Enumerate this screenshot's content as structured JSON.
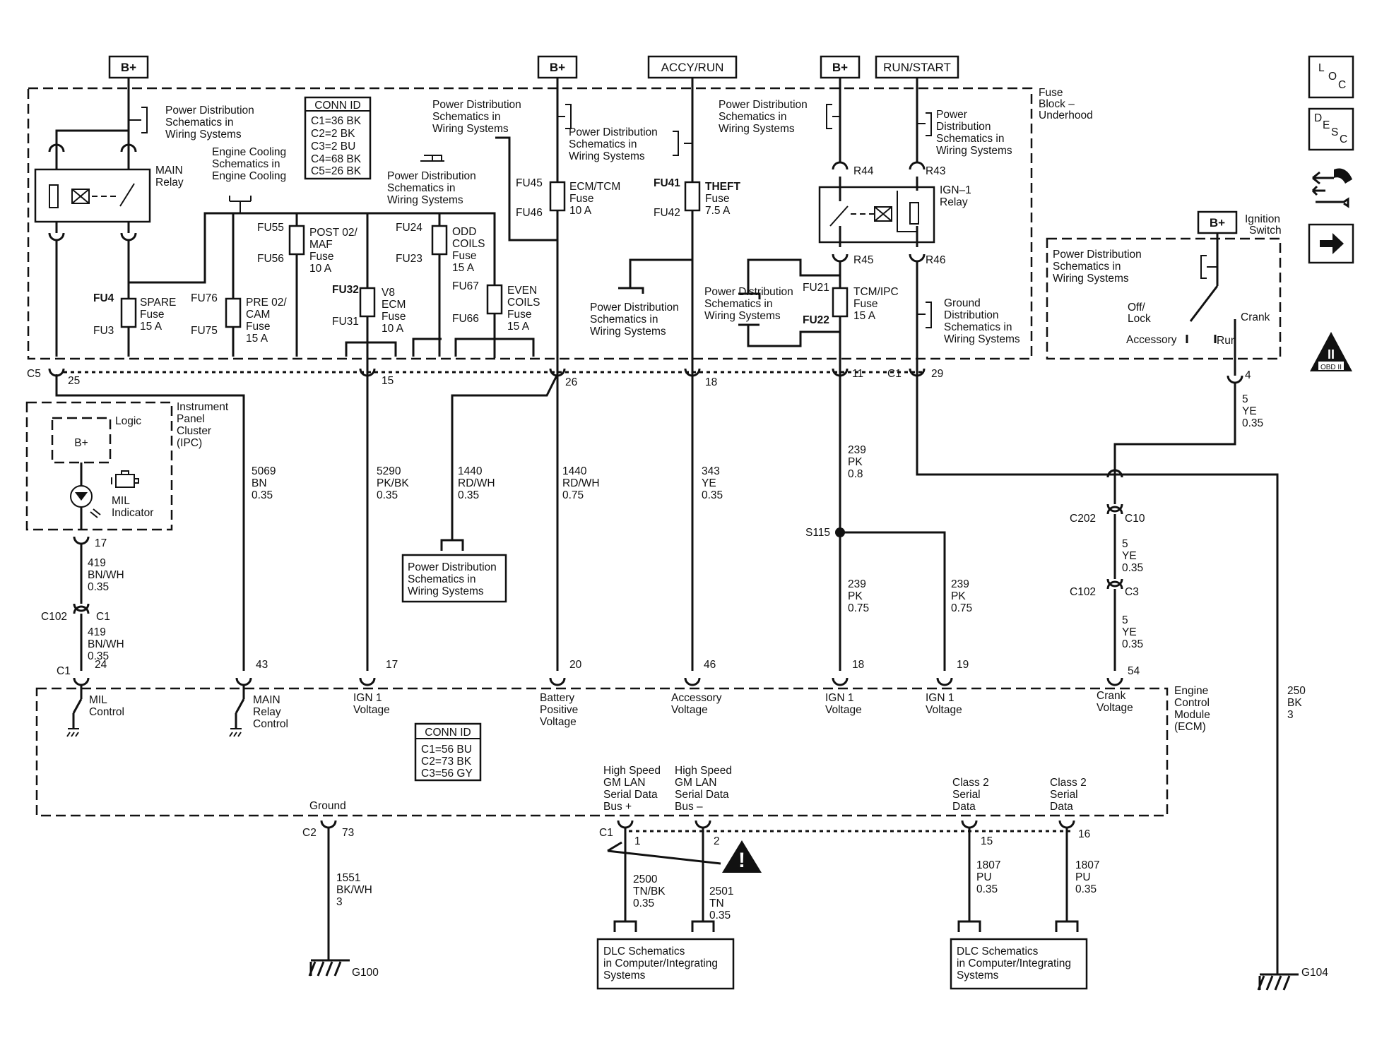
{
  "sources": {
    "b_plus": "B+",
    "accy_run": "ACCY/RUN",
    "run_start": "RUN/START"
  },
  "side_icons": {
    "loc": [
      "L",
      "O",
      "C"
    ],
    "desc": [
      "D",
      "E",
      "S",
      "C"
    ],
    "obd": "OBD II",
    "obd_numeral": "II"
  },
  "fuse_block": {
    "label": [
      "Fuse",
      "Block –",
      "Underhood"
    ],
    "conn_id_title": "CONN ID",
    "conn_id": [
      "C1=36 BK",
      "C2=2 BK",
      "C3=2 BU",
      "C4=68 BK",
      "C5=26 BK"
    ],
    "main_relay": [
      "MAIN",
      "Relay"
    ],
    "ign1_relay": [
      "IGN–1",
      "Relay"
    ],
    "engine_cooling_ref": [
      "Engine Cooling",
      "Schematics in",
      "Engine Cooling"
    ],
    "pd_ref": [
      "Power Distribution",
      "Schematics in",
      "Wiring Systems"
    ],
    "pd_ref_alt": [
      "Power",
      "Distribution",
      "Schematics in",
      "Wiring Systems"
    ],
    "ground_dist_ref": [
      "Ground",
      "Distribution",
      "Schematics in",
      "Wiring Systems"
    ],
    "fuses": {
      "spare": {
        "ids": [
          "FU4",
          "FU3"
        ],
        "label": [
          "SPARE",
          "Fuse",
          "15 A"
        ]
      },
      "pre02": {
        "ids": [
          "FU76",
          "FU75"
        ],
        "label": [
          "PRE 02/",
          "CAM",
          "Fuse",
          "15 A"
        ]
      },
      "post02": {
        "ids": [
          "FU55",
          "FU56"
        ],
        "label": [
          "POST 02/",
          "MAF",
          "Fuse",
          "10 A"
        ]
      },
      "v8ecm": {
        "ids": [
          "FU32",
          "FU31"
        ],
        "label": [
          "V8",
          "ECM",
          "Fuse",
          "10 A"
        ]
      },
      "odd": {
        "ids": [
          "FU24",
          "FU23"
        ],
        "label": [
          "ODD",
          "COILS",
          "Fuse",
          "15 A"
        ]
      },
      "even": {
        "ids": [
          "FU67",
          "FU66"
        ],
        "label": [
          "EVEN",
          "COILS",
          "Fuse",
          "15 A"
        ]
      },
      "ecmtcm": {
        "ids": [
          "FU45",
          "FU46"
        ],
        "label": [
          "ECM/TCM",
          "Fuse",
          "10 A"
        ]
      },
      "theft": {
        "ids": [
          "FU41",
          "FU42"
        ],
        "label": [
          "THEFT",
          "Fuse",
          "7.5 A"
        ]
      },
      "tcmipc": {
        "ids": [
          "FU21",
          "FU22"
        ],
        "label": [
          "TCM/IPC",
          "Fuse",
          "15 A"
        ]
      }
    },
    "relay_pins": {
      "r44": "R44",
      "r43": "R43",
      "r45": "R45",
      "r46": "R46"
    }
  },
  "ignition_switch": {
    "label": [
      "Ignition",
      "Switch"
    ],
    "off_lock": [
      "Off/",
      "Lock"
    ],
    "accessory": "Accessory",
    "run": "Run",
    "crank": "Crank"
  },
  "connectors": {
    "c5": "C5",
    "c1": "C1",
    "c2": "C2",
    "c102": "C102",
    "c202": "C202",
    "c10": "C10",
    "c3": "C3",
    "s115": "S115",
    "pins": {
      "p25": "25",
      "p15": "15",
      "p26": "26",
      "p18": "18",
      "p11": "11",
      "p29": "29",
      "p4": "4",
      "p17": "17",
      "p24": "24",
      "p43": "43",
      "p20": "20",
      "p46": "46",
      "p19": "19",
      "p54": "54",
      "p73": "73",
      "p1": "1",
      "p2": "2",
      "p16": "16"
    }
  },
  "ipc": {
    "label": [
      "Instrument",
      "Panel",
      "Cluster",
      "(IPC)"
    ],
    "logic": "Logic",
    "bplus": "B+",
    "mil": [
      "MIL",
      "Indicator"
    ]
  },
  "wires": {
    "w419": [
      "419",
      "BN/WH",
      "0.35"
    ],
    "w5069": [
      "5069",
      "BN",
      "0.35"
    ],
    "w5290": [
      "5290",
      "PK/BK",
      "0.35"
    ],
    "w1440a": [
      "1440",
      "RD/WH",
      "0.35"
    ],
    "w1440b": [
      "1440",
      "RD/WH",
      "0.75"
    ],
    "w343": [
      "343",
      "YE",
      "0.35"
    ],
    "w239a": [
      "239",
      "PK",
      "0.8"
    ],
    "w239b": [
      "239",
      "PK",
      "0.75"
    ],
    "w5": [
      "5",
      "YE",
      "0.35"
    ],
    "w250": [
      "250",
      "BK",
      "3"
    ],
    "w1551": [
      "1551",
      "BK/WH",
      "3"
    ],
    "w2500": [
      "2500",
      "TN/BK",
      "0.35"
    ],
    "w2501": [
      "2501",
      "TN",
      "0.35"
    ],
    "w1807": [
      "1807",
      "PU",
      "0.35"
    ]
  },
  "ecm": {
    "label": [
      "Engine",
      "Control",
      "Module",
      "(ECM)"
    ],
    "conn_id_title": "CONN ID",
    "conn_id": [
      "C1=56 BU",
      "C2=73 BK",
      "C3=56 GY"
    ],
    "mil_control": [
      "MIL",
      "Control"
    ],
    "main_relay_control": [
      "MAIN",
      "Relay",
      "Control"
    ],
    "ign1_voltage": [
      "IGN 1",
      "Voltage"
    ],
    "battery_voltage": [
      "Battery",
      "Positive",
      "Voltage"
    ],
    "accessory_voltage": [
      "Accessory",
      "Voltage"
    ],
    "crank_voltage": [
      "Crank",
      "Voltage"
    ],
    "ground": "Ground",
    "hs_plus": [
      "High Speed",
      "GM LAN",
      "Serial Data",
      "Bus +"
    ],
    "hs_minus": [
      "High Speed",
      "GM LAN",
      "Serial Data",
      "Bus –"
    ],
    "class2": [
      "Class 2",
      "Serial",
      "Data"
    ]
  },
  "dlc_ref": [
    "DLC Schematics",
    "in Computer/Integrating",
    "Systems"
  ],
  "grounds": {
    "g100": "G100",
    "g104": "G104"
  }
}
